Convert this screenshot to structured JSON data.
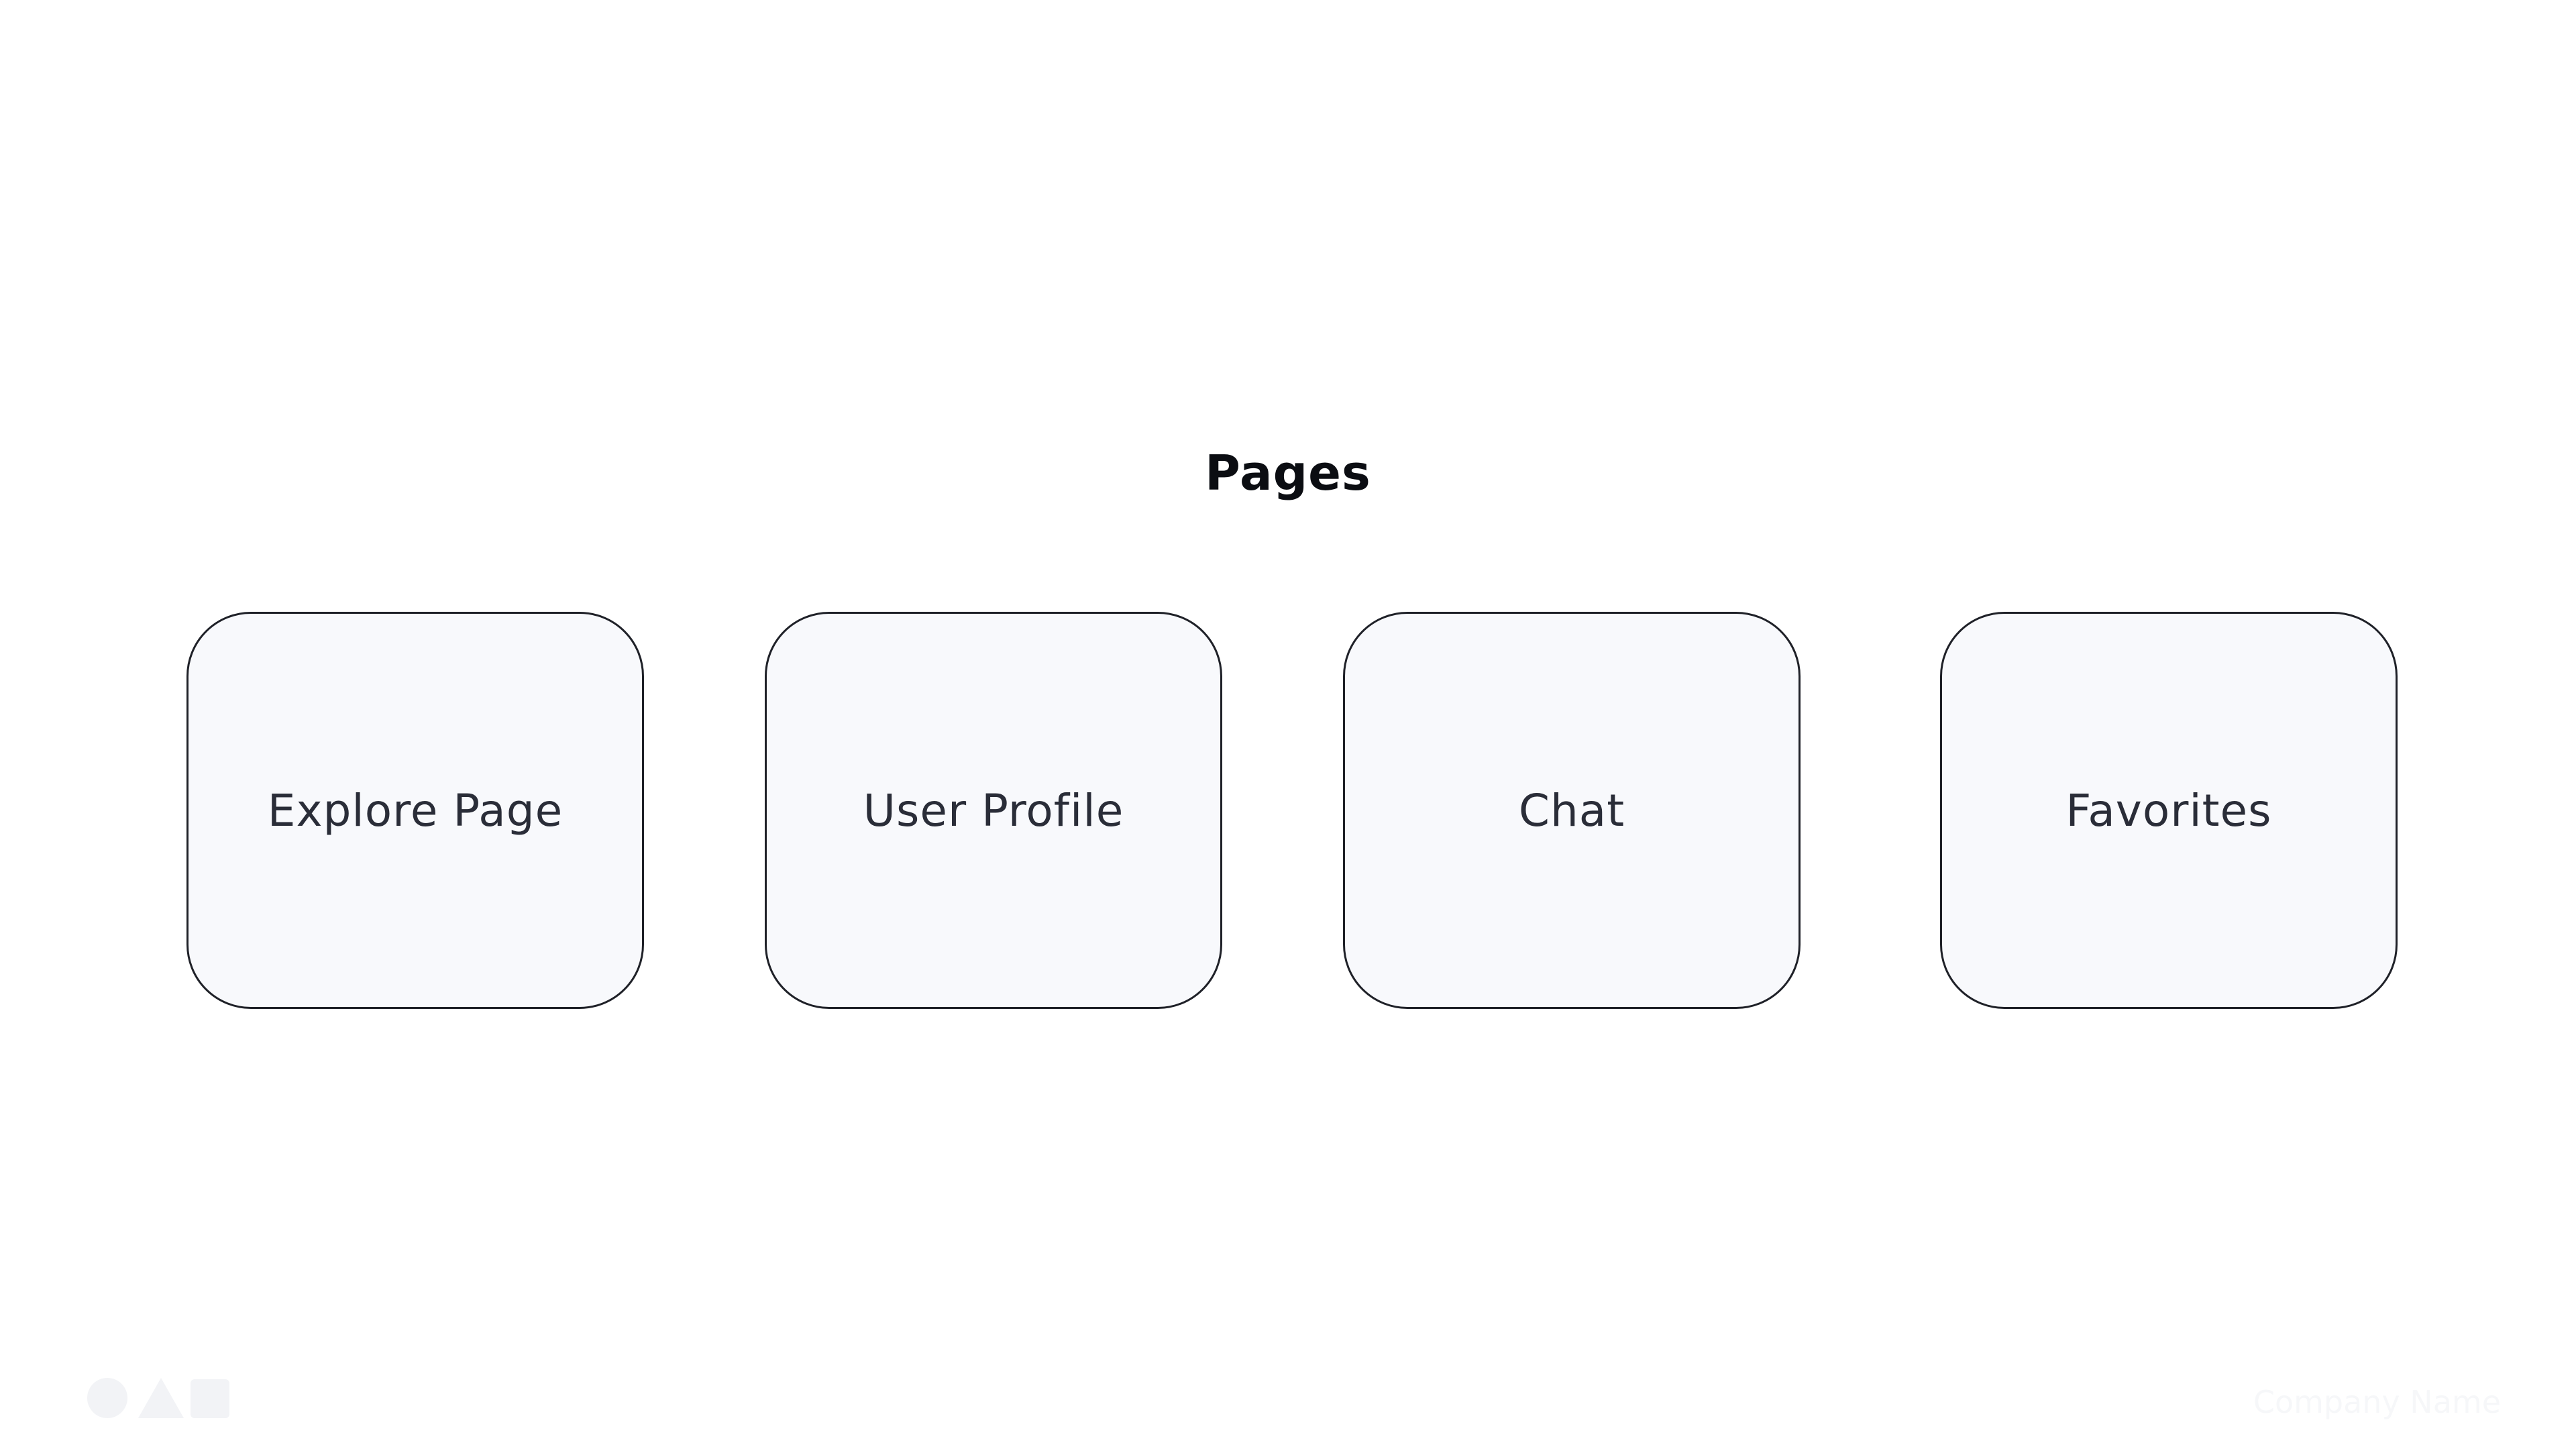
{
  "diagram": {
    "title": "Pages",
    "cards": [
      {
        "label": "Explore Page"
      },
      {
        "label": "User Profile"
      },
      {
        "label": "Chat"
      },
      {
        "label": "Favorites"
      }
    ]
  },
  "footer": {
    "logo_icons": [
      "circle-icon",
      "triangle-icon",
      "square-icon"
    ],
    "company_name": "Company Name"
  },
  "colors": {
    "background": "#ffffff",
    "card_fill": "#f8f9fc",
    "card_border": "#1f2128",
    "title_text": "#0b0d12",
    "card_text": "#2a2d38",
    "footer_faint": "#f2f3f6"
  }
}
